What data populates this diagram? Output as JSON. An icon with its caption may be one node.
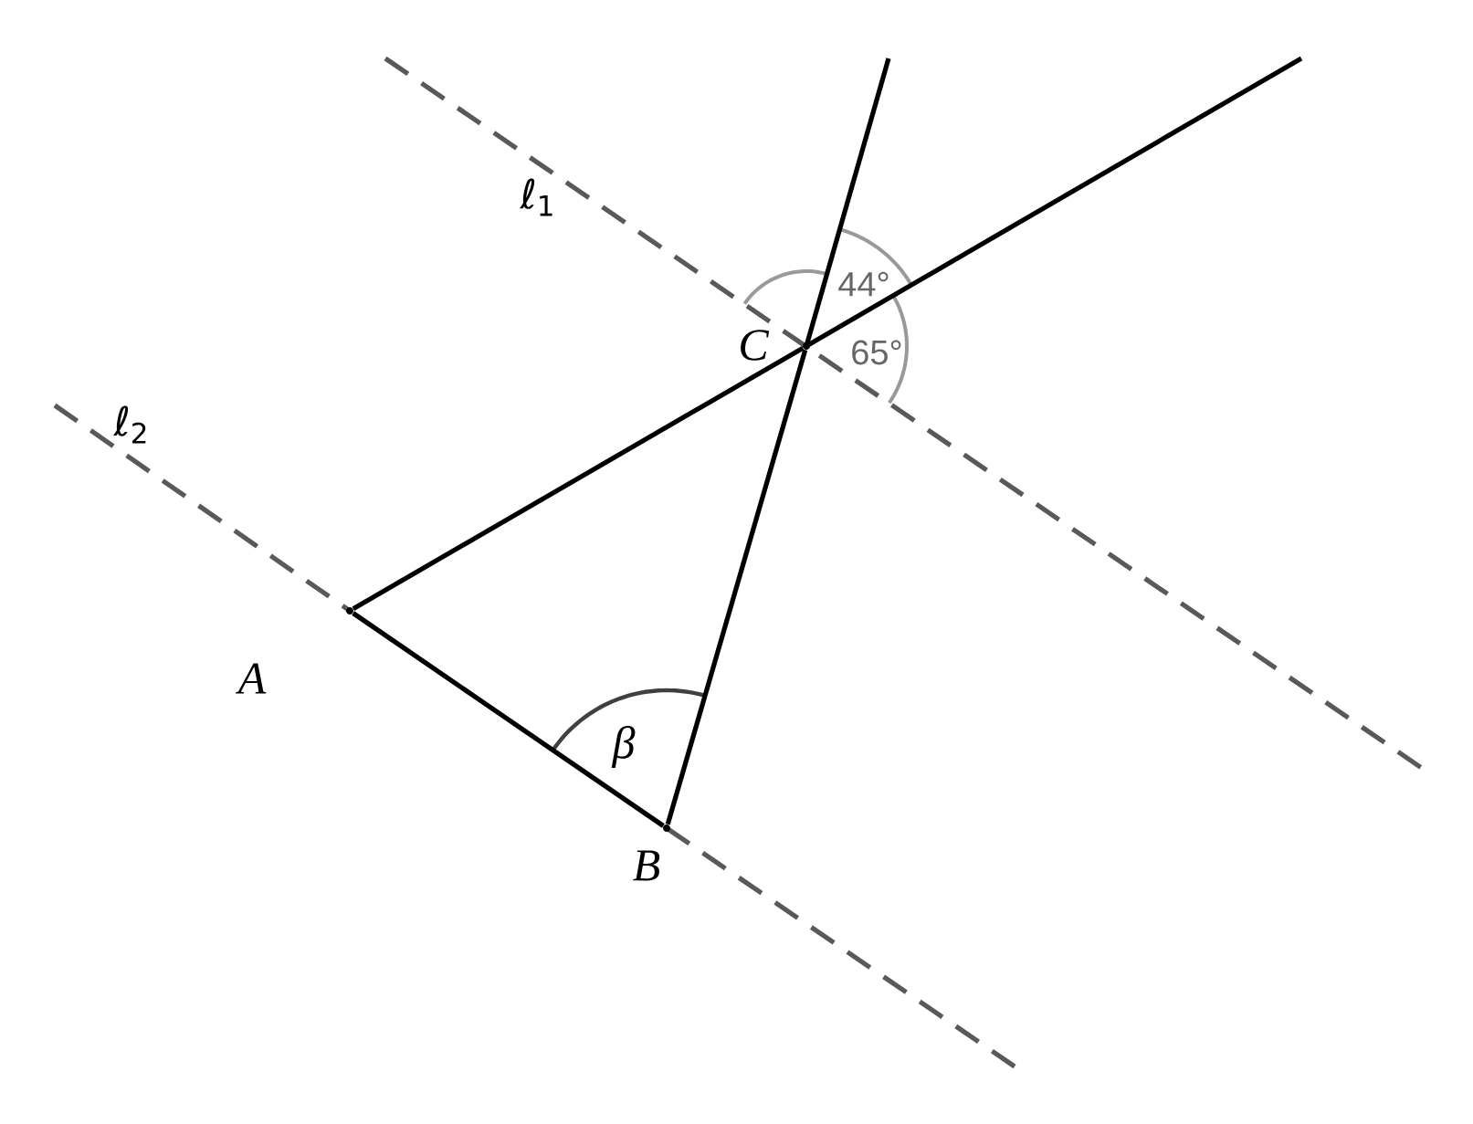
{
  "diagram": {
    "nodes": [
      {
        "text": [
          "A"
        ]
      },
      {
        "text": [
          "B"
        ]
      },
      {
        "text": [
          "C"
        ]
      }
    ],
    "edges": [
      {
        "from": 0,
        "to": 1,
        "arrow": "none"
      },
      {
        "from": 1,
        "to": 2,
        "arrow": "none"
      },
      {
        "from": 0,
        "to": 2,
        "arrow": "none"
      }
    ],
    "labels": [
      "ℓ$_{1}$",
      "44°",
      "65°",
      "ℓ$_{2}$",
      "β"
    ]
  }
}
